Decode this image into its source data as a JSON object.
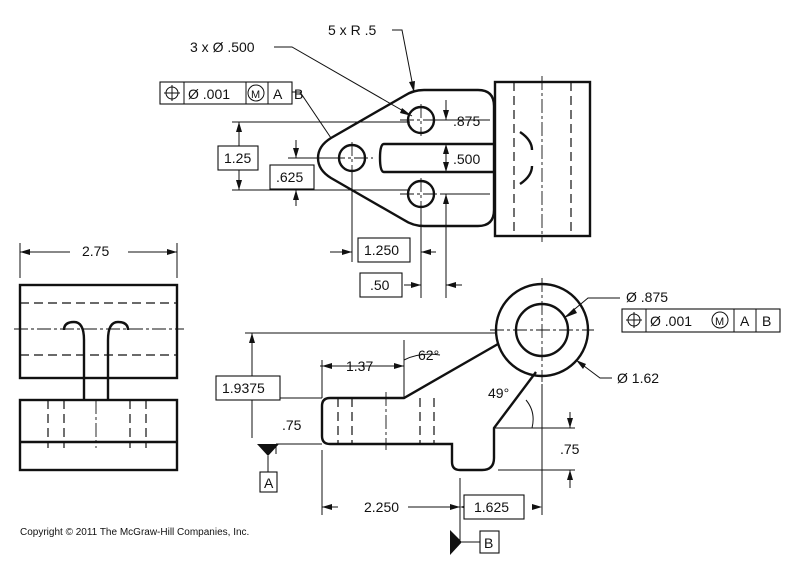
{
  "labels": {
    "holes_callout": "3 x Ø .500",
    "radius_callout": "5 x R .5",
    "dim_875": ".875",
    "dim_500": ".500",
    "dim_125": "1.25",
    "dim_625": ".625",
    "dim_1250": "1.250",
    "dim_50": ".50",
    "dim_275": "2.75",
    "dim_bore_dia": "Ø .875",
    "dim_boss_dia": "Ø 1.62",
    "dim_62deg": "62°",
    "dim_49deg": "49°",
    "dim_137": "1.37",
    "dim_19375": "1.9375",
    "dim_75_left": ".75",
    "dim_75_right": ".75",
    "dim_2250": "2.250",
    "dim_1625": "1.625",
    "datum_a": "A",
    "datum_b": "B"
  },
  "fcf_top": {
    "symbol": "⌖",
    "tolerance": "Ø .001",
    "modifier": "M",
    "datum1": "A",
    "datum2": "B"
  },
  "fcf_right": {
    "symbol": "⌖",
    "tolerance": "Ø .001",
    "modifier": "M",
    "datum1": "A",
    "datum2": "B"
  },
  "copyright": "Copyright © 2011 The McGraw-Hill Companies, Inc."
}
